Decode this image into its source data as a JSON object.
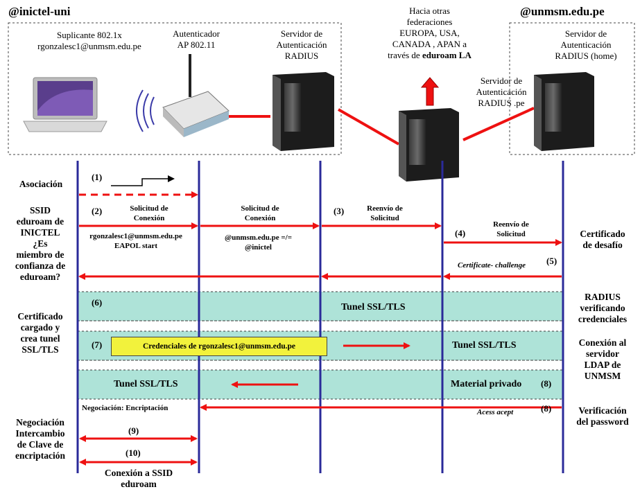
{
  "regions": {
    "left": "@inictel-uni",
    "right": "@unmsm.edu.pe"
  },
  "headers": {
    "suplicante": [
      "Suplicante 802.1x",
      "rgonzalesc1@unmsm.edu.pe"
    ],
    "autenticador": [
      "Autenticador",
      "AP 802.11"
    ],
    "radius_local": [
      "Servidor de",
      "Autenticación",
      "RADIUS"
    ],
    "federaciones": [
      "Hacia otras",
      "federaciones",
      "EUROPA, USA,",
      "CANADA , APAN a"
    ],
    "federaciones_via_prefix": "través de ",
    "federaciones_via_bold": "eduroam LA",
    "radius_pe": [
      "Servidor de",
      "Autenticación",
      "RADIUS .pe"
    ],
    "radius_home": [
      "Servidor de",
      "Autenticación",
      "RADIUS (home)"
    ]
  },
  "left_labels": {
    "asociacion": "Asociación",
    "ssid": [
      "SSID",
      "eduroam de",
      "INICTEL",
      "¿Es",
      "miembro de",
      "confianza de",
      "eduroam?"
    ],
    "certificado": [
      "Certificado",
      "cargado  y",
      "crea tunel",
      "SSL/TLS"
    ],
    "negociacion": [
      "Negociación",
      "Intercambio",
      "de Clave de",
      "encriptación"
    ],
    "conexion": [
      "Conexión a SSID",
      "eduroam"
    ]
  },
  "right_labels": {
    "certificado": [
      "Certificado",
      "de desafío"
    ],
    "radius_verif": [
      "RADIUS",
      "verificando",
      "credenciales"
    ],
    "ldap": [
      "Conexión al",
      "servidor",
      "LDAP de",
      "UNMSM"
    ],
    "password": [
      "Verificación",
      "del password"
    ]
  },
  "steps": {
    "s1": "(1)",
    "s2": "(2)",
    "s3": "(3)",
    "s4": "(4)",
    "s5": "(5)",
    "s6": "(6)",
    "s7": "(7)",
    "s8a": "(8)",
    "s8b": "(8)",
    "s9": "(9)",
    "s10": "(10)"
  },
  "messages": {
    "solicitud1": [
      "Solicitud de",
      "Conexión"
    ],
    "solicitud1_user": "rgonzalesc1@unmsm.edu.pe",
    "eapol": "EAPOL start",
    "solicitud2": [
      "Solicitud de",
      "Conexión"
    ],
    "compare": [
      "@unmsm.edu.pe  =/=",
      "@inictel"
    ],
    "reenvio1": [
      "Reenvío de",
      "Solicitud"
    ],
    "reenvio2": [
      "Reenvío de",
      "Solicitud"
    ],
    "challenge": "Certificate- challenge",
    "tunel1": "Tunel SSL/TLS",
    "credenciales": "Credenciales de rgonzalesc1@unmsm.edu.pe",
    "tunel2": "Tunel SSL/TLS",
    "tunel3": "Tunel SSL/TLS",
    "material": "Material privado",
    "negociacion": "Negociación: Encriptación",
    "acess": "Acess acept"
  },
  "colors": {
    "arrow": "#ee1111",
    "lifeline": "#2a2a99",
    "band": "#aee3d8",
    "highlight": "#f2f23c"
  }
}
